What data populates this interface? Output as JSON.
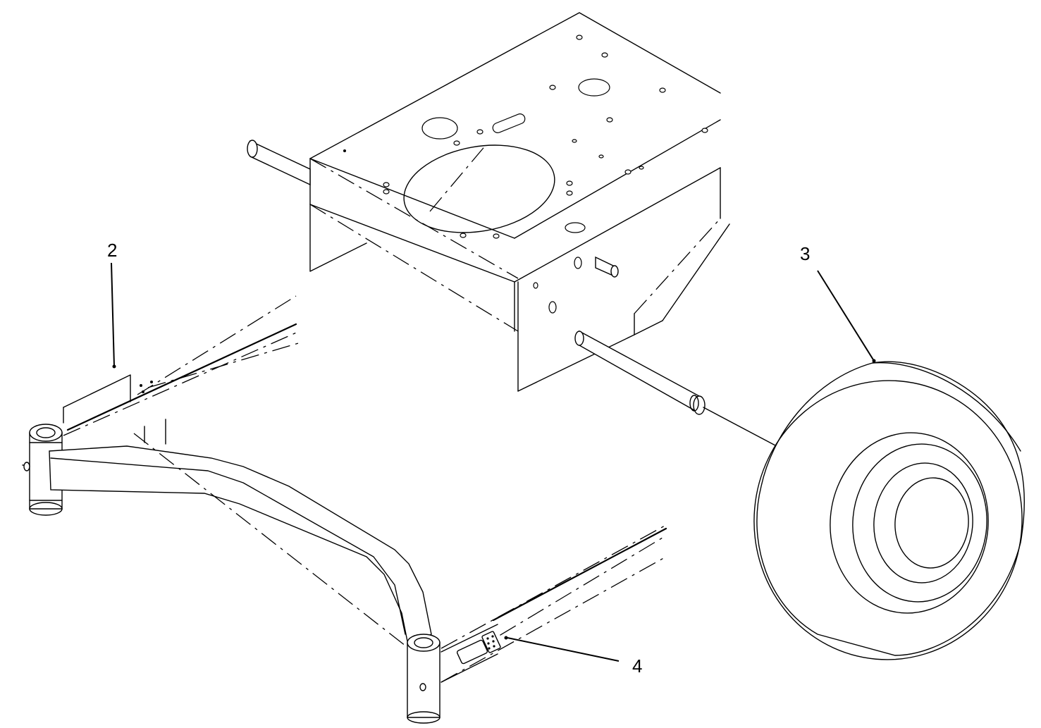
{
  "callouts": {
    "c2": "2",
    "c3": "3",
    "c4": "4"
  },
  "colors": {
    "line": "#000000",
    "background": "#ffffff"
  }
}
